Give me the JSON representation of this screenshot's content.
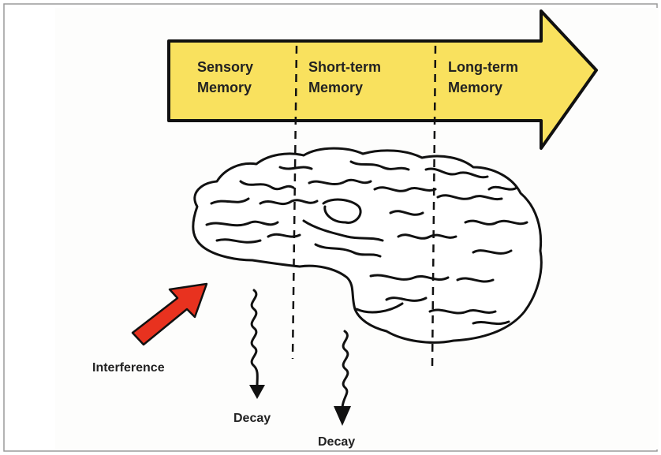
{
  "stages": [
    {
      "line1": "Sensory",
      "line2": "Memory"
    },
    {
      "line1": "Short-term",
      "line2": "Memory"
    },
    {
      "line1": "Long-term",
      "line2": "Memory"
    }
  ],
  "interference_label": "Interference",
  "decay_labels": [
    "Decay",
    "Decay"
  ],
  "colors": {
    "arrow_fill": "#f9e15e",
    "arrow_stroke": "#111111",
    "interference_fill": "#e8321f",
    "background": "#fdfdfc",
    "brain_stroke": "#111111"
  }
}
